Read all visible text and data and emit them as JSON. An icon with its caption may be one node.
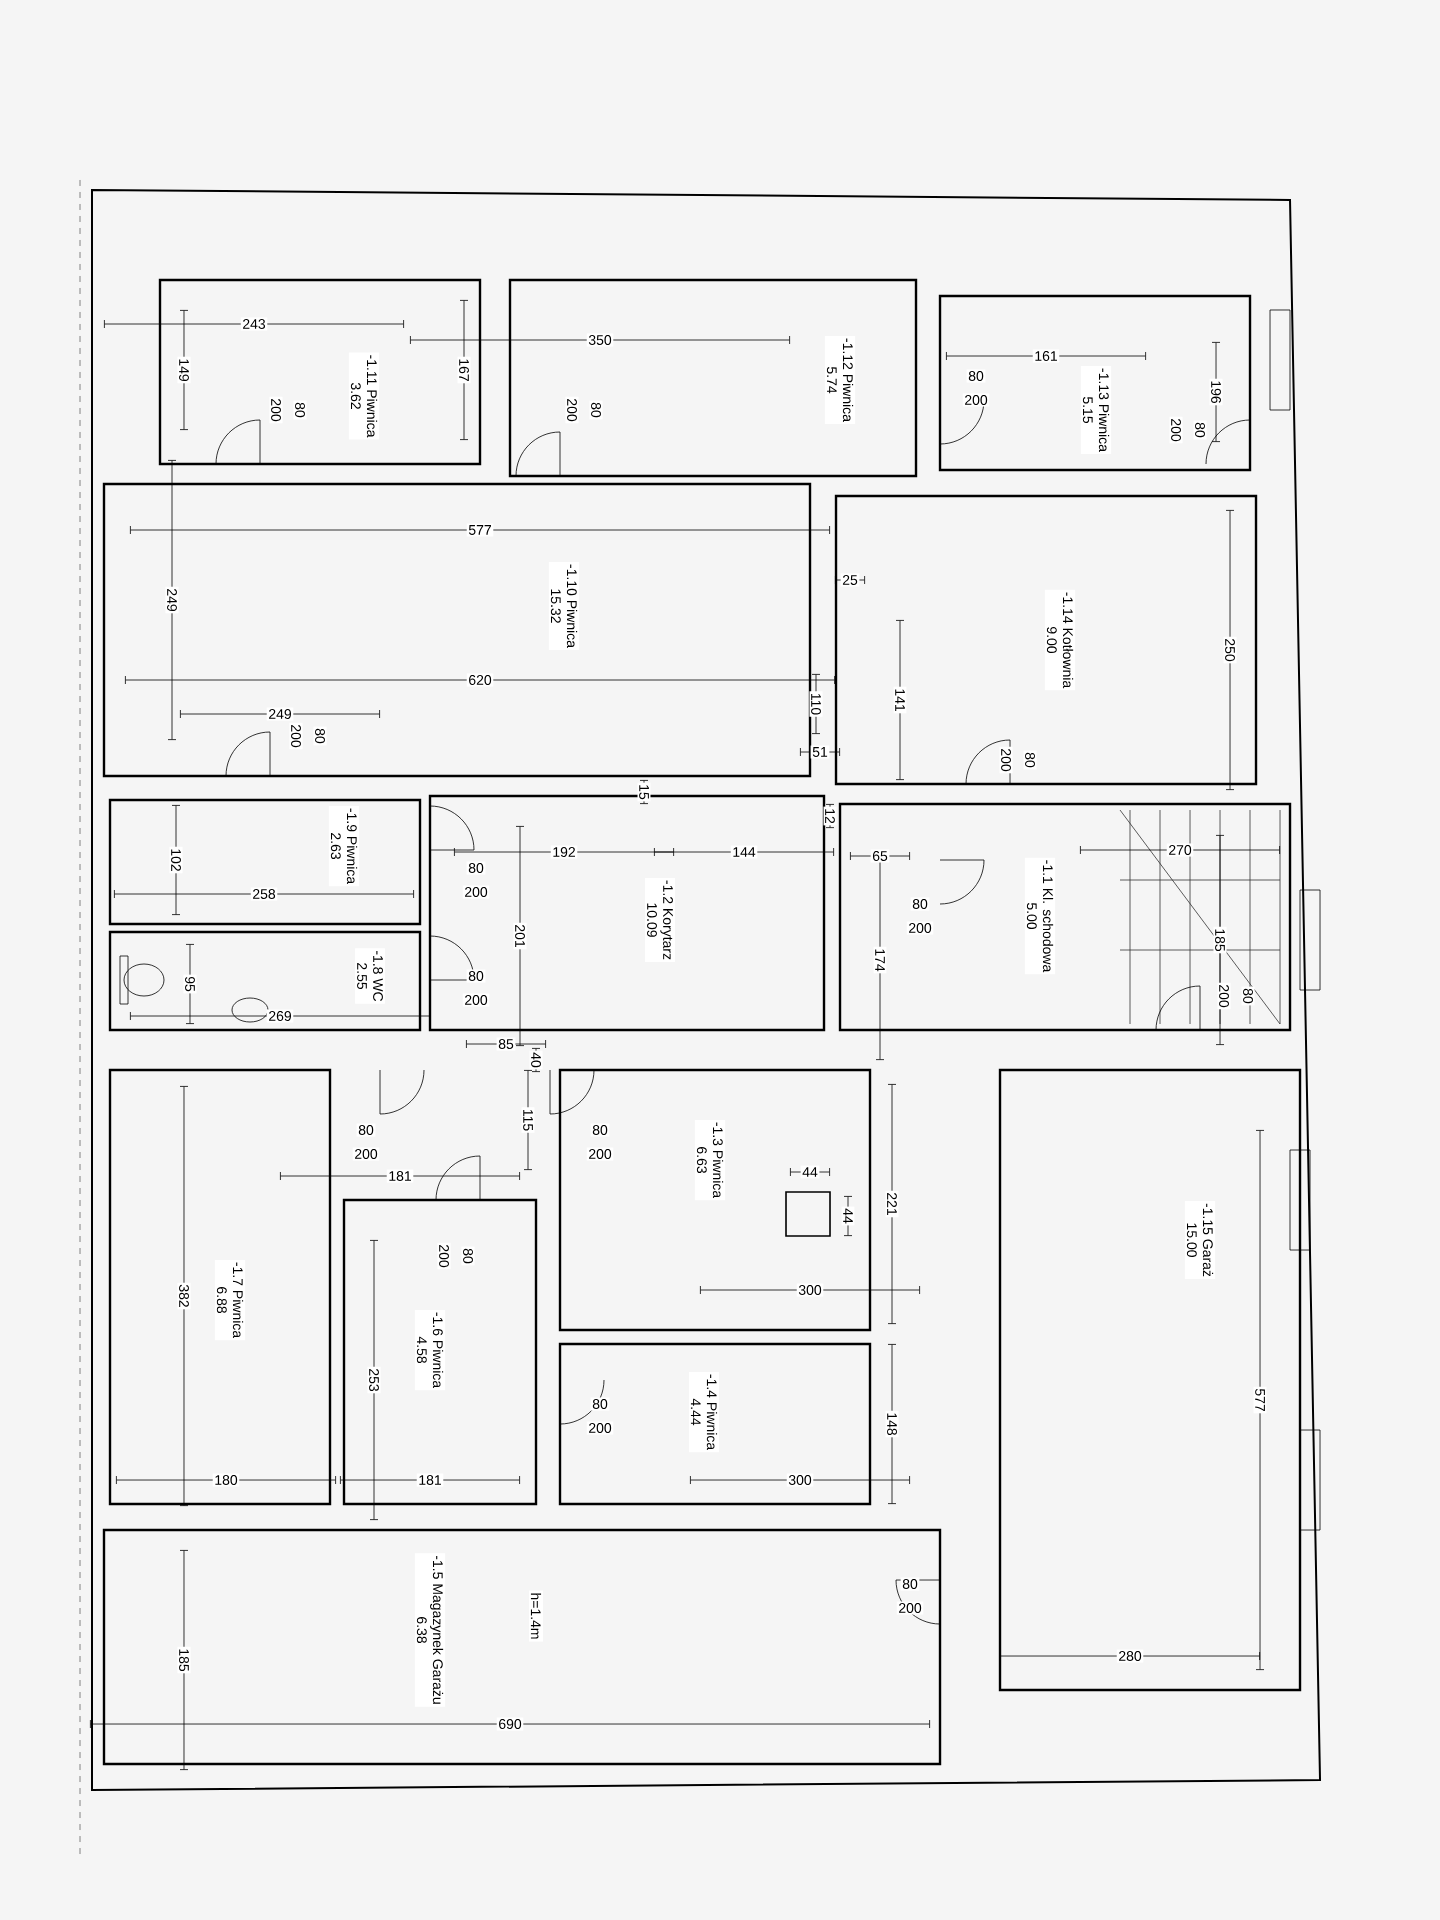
{
  "diagram": {
    "nodes": [
      {
        "text": [
          "-1.11 Piwnica",
          "3.62"
        ]
      },
      {
        "text": [
          "-1.12 Piwnica",
          "5.74"
        ]
      },
      {
        "text": [
          "-1.13 Piwnica",
          "5.15"
        ]
      },
      {
        "text": [
          "-1.14 Kotłownia",
          "9.00"
        ]
      },
      {
        "text": [
          "-1.10 Piwnica",
          "15.32"
        ]
      },
      {
        "text": [
          "-1.9 Piwnica",
          "2.63"
        ]
      },
      {
        "text": [
          "-1.8 WC",
          "2.55"
        ]
      },
      {
        "text": [
          "-1.2 Korytarz",
          "10.09"
        ]
      },
      {
        "text": [
          "-1.1 Kl. schodowa",
          "5.00"
        ]
      },
      {
        "text": [
          "-1.7 Piwnica",
          "6.88"
        ]
      },
      {
        "text": [
          "-1.6 Piwnica",
          "4.58"
        ]
      },
      {
        "text": [
          "-1.3 Piwnica",
          "6.63"
        ]
      },
      {
        "text": [
          "-1.4 Piwnica",
          "4.44"
        ]
      },
      {
        "text": [
          "-1.15 Garaż",
          "15.00"
        ]
      },
      {
        "text": [
          "-1.5 Magazynek Garażu",
          "6.38",
          "h=1.4m"
        ]
      }
    ],
    "labels": [
      "243",
      "350",
      "161",
      "149",
      "167",
      "80",
      "200",
      "80",
      "200",
      "80",
      "200",
      "196",
      "80",
      "200",
      "577",
      "25",
      "249",
      "250",
      "620",
      "249",
      "80",
      "200",
      "110",
      "141",
      "51",
      "80",
      "200",
      "15",
      "12",
      "192",
      "144",
      "65",
      "270",
      "102",
      "80",
      "200",
      "258",
      "80",
      "200",
      "201",
      "174",
      "185",
      "95",
      "80",
      "200",
      "269",
      "80",
      "200",
      "85",
      "40",
      "80",
      "200",
      "80",
      "200",
      "115",
      "181",
      "44",
      "221",
      "44",
      "80",
      "200",
      "300",
      "382",
      "577",
      "253",
      "80",
      "200",
      "148",
      "300",
      "180",
      "181",
      "80",
      "200",
      "280",
      "185",
      "690"
    ]
  }
}
